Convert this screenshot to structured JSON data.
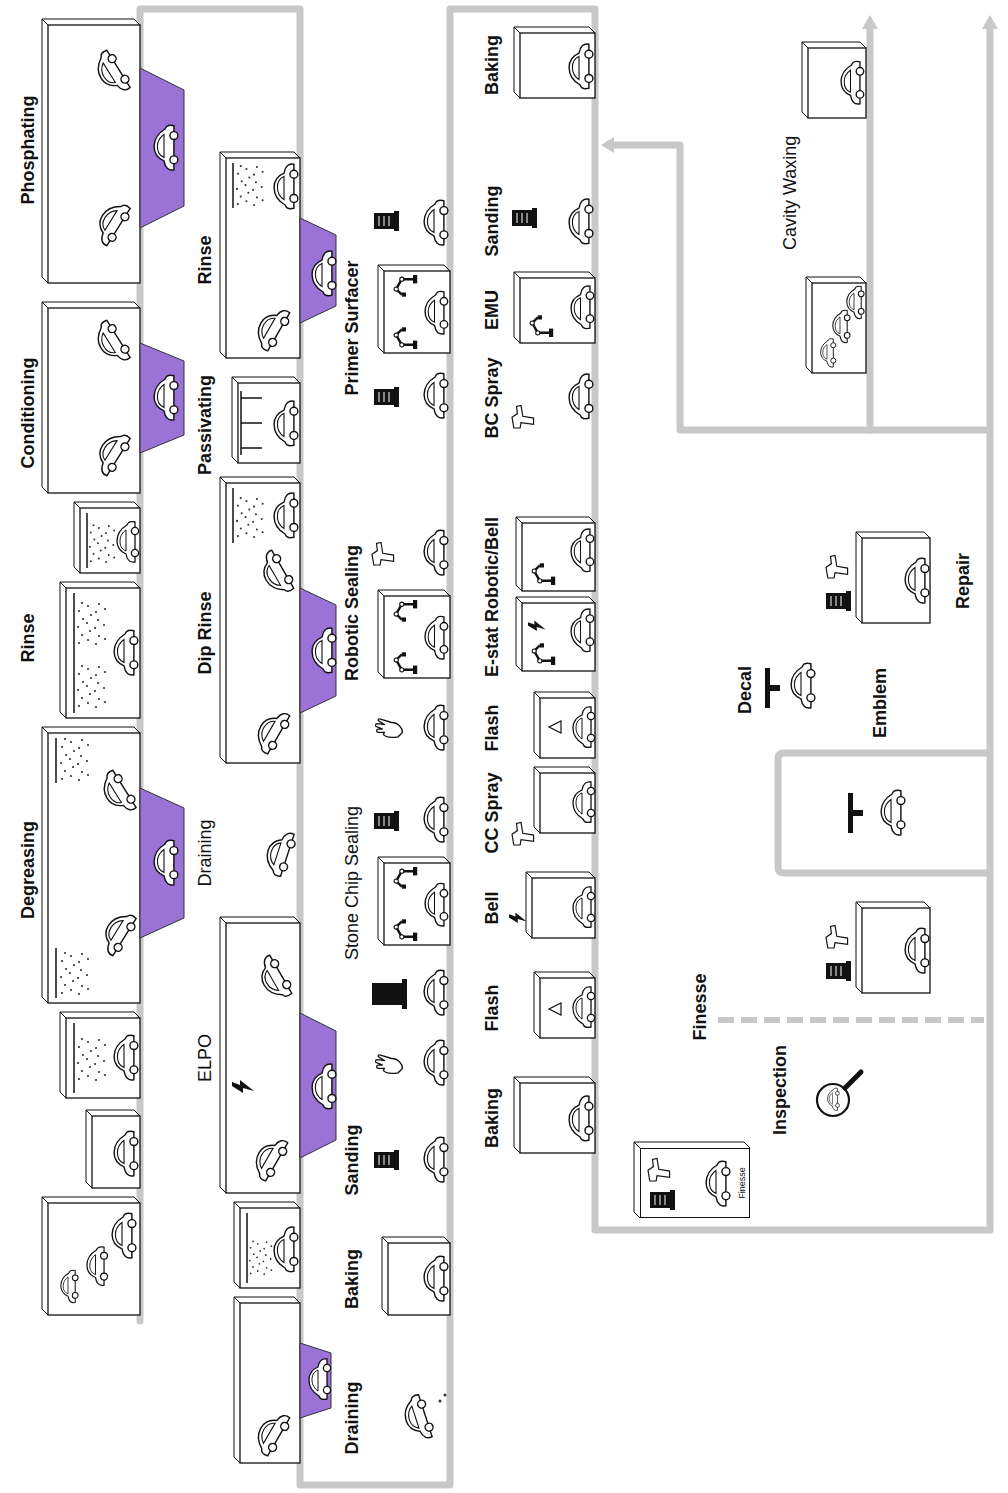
{
  "diagram": {
    "nodes": [
      {
        "text": [
          "Finesse"
        ]
      }
    ],
    "labels": [
      "Degreasing",
      "Rinse",
      "Conditioning",
      "Phosphating",
      "Rinse",
      "Passivating",
      "Dip Rinse",
      "Draining",
      "ELPO",
      "Draining",
      "Baking",
      "Sanding",
      "Stone Chip Sealing",
      "Robotic Sealing",
      "Primer Surfacer",
      "Baking",
      "Sanding",
      "EMU",
      "BC Spray",
      "E-stat Robotic/Bell",
      "Flash",
      "CC Spray",
      "Bell",
      "Flash",
      "Baking",
      "Finesse",
      "Inspection",
      "Decal",
      "Emblem",
      "Repair",
      "Cavity Waxing"
    ]
  }
}
